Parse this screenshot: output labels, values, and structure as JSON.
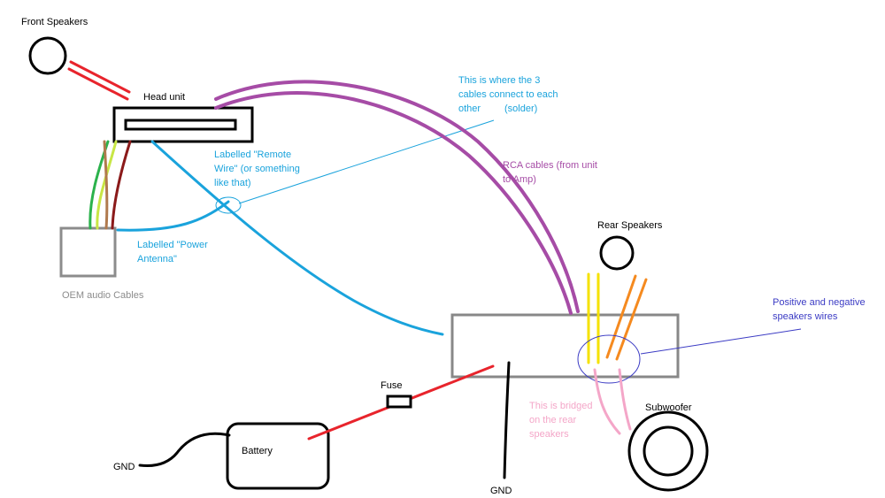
{
  "labels": {
    "front_speakers": "Front Speakers",
    "head_unit": "Head unit",
    "solder_note_l1": "This is where the 3",
    "solder_note_l2": "cables connect to each",
    "solder_note_l3a": "other",
    "solder_note_l3b": "(solder)",
    "remote_wire_l1": "Labelled \"Remote",
    "remote_wire_l2": "Wire\" (or something",
    "remote_wire_l3": "like that)",
    "rca_l1": "RCA cables (from unit",
    "rca_l2": "to Amp)",
    "power_antenna_l1": "Labelled \"Power",
    "power_antenna_l2": "Antenna\"",
    "oem_cables": "OEM audio Cables",
    "rear_speakers": "Rear Speakers",
    "pos_neg_l1": "Positive and negative",
    "pos_neg_l2": "speakers wires",
    "fuse": "Fuse",
    "bridged_l1": "This is bridged",
    "bridged_l2": "on the rear",
    "bridged_l3": "speakers",
    "subwoofer": "Subwoofer",
    "battery": "Battery",
    "gnd_battery": "GND",
    "gnd_amp": "GND"
  },
  "colors": {
    "speaker_red": "#e8242c",
    "remote_blue": "#1aa3dc",
    "rca_purple": "#a64ca6",
    "oem_gray": "#8c8c8c",
    "wire_yellow": "#f5e200",
    "wire_orange": "#f58a1f",
    "wire_pink": "#f4a6c8",
    "wire_green": "#2bb24c",
    "wire_lime": "#c8e645",
    "wire_brown": "#b07a4e",
    "wire_maroon": "#8b1a1a",
    "callout_navy": "#3b3bc4"
  }
}
